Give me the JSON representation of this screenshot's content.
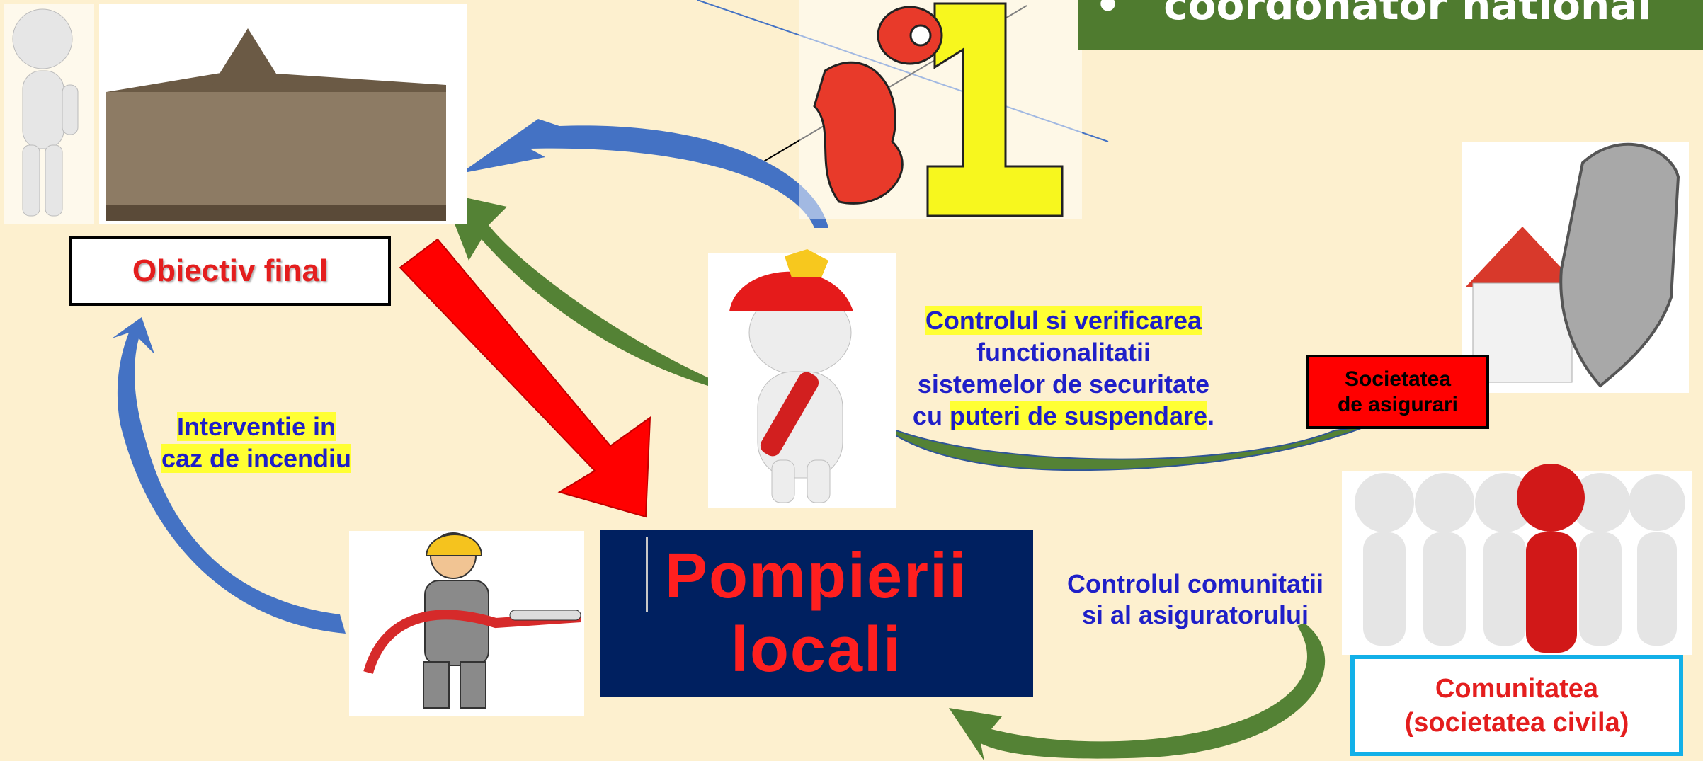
{
  "banner": {
    "bullet": "•",
    "text": "coordonator national"
  },
  "nodes": {
    "objectiv": "Obiectiv final",
    "societatea": {
      "line1": "Societatea",
      "line2": "de asigurari"
    },
    "comunitatea": {
      "line1": "Comunitatea",
      "line2": "(societatea  civila)"
    },
    "pompierii": {
      "line1": "Pompierii",
      "line2": "locali"
    }
  },
  "labels": {
    "control": {
      "line1": "Controlul si verificarea ",
      "line2": "functionalitatii",
      "line3": "sistemelor de securitate",
      "line4a": "cu ",
      "line4b": "puteri de suspendare",
      "line4c": "."
    },
    "interventie": {
      "line1": "Interventie in ",
      "line2": "caz de incendiu"
    },
    "comunitate_control": {
      "line1": "Controlul comunitatii",
      "line2": "si al asiguratorului"
    }
  },
  "colors": {
    "background": "#fdf0cf",
    "banner": "#4f7b2f",
    "red_arrow": "#ff0000",
    "blue_arrow": "#4472c4",
    "green_arrow": "#548235",
    "label_text": "#1f1fc8",
    "highlight": "#ffff33",
    "pompierii_box": "#002060",
    "comunitatea_border": "#12b0e8"
  }
}
